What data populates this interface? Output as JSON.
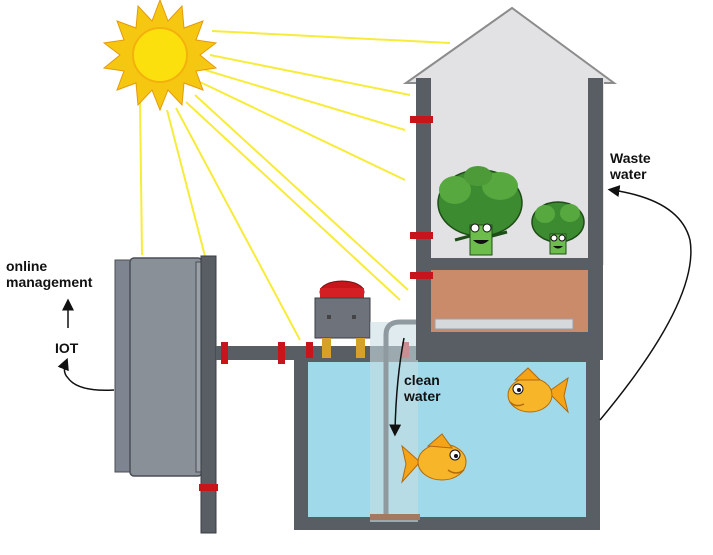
{
  "labels": {
    "online_management_line1": "online",
    "online_management_line2": "management",
    "iot": "IOT",
    "clean_water_line1": "clean",
    "clean_water_line2": "water",
    "waste_water_line1": "Waste",
    "waste_water_line2": "water"
  },
  "colors": {
    "sun": "#f6c711",
    "sun_rays": "#f7ec3a",
    "wall": "#595d64",
    "pipe": "#595d64",
    "valve": "#c8151b",
    "tank_water": "#9fd9ea",
    "grow_bed": "#c98b6a",
    "greenhouse": "#e2e2e4",
    "server": "#8a9098",
    "fish": "#f5a418",
    "plant": "#3d8b30"
  }
}
